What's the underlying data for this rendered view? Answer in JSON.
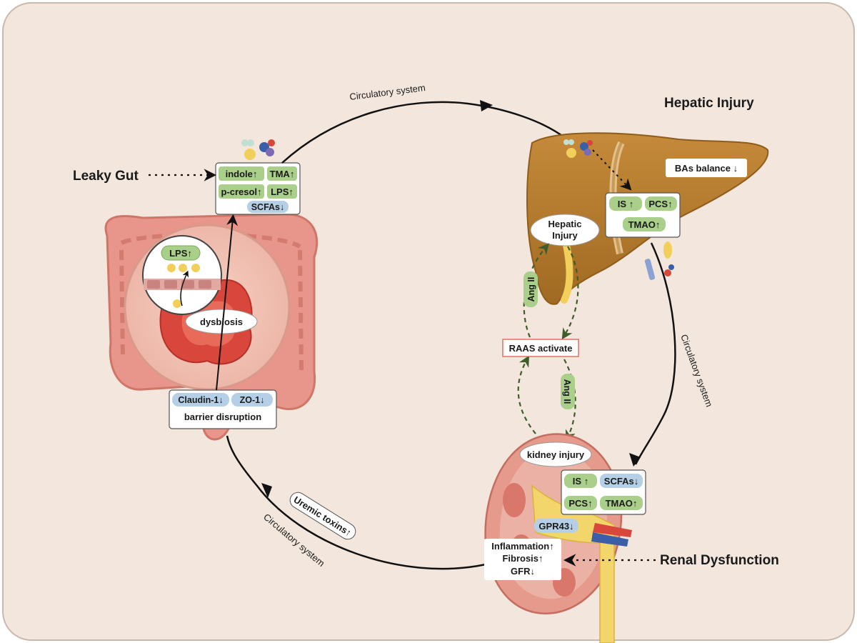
{
  "headings": {
    "leaky_gut": "Leaky Gut",
    "hepatic_injury": "Hepatic Injury",
    "renal_dysfunction": "Renal Dysfunction"
  },
  "circulatory": {
    "top": "Circulatory system",
    "right": "Circulatory system",
    "bottom_left": "Circulatory system"
  },
  "gut_box": {
    "indole": "indole↑",
    "tma": "TMA↑",
    "pcresol": "p-cresol↑",
    "lps": "LPS↑",
    "scfas": "SCFAs↓"
  },
  "gut": {
    "lps_inset": "LPS↑",
    "dysbiosis": "dysbiosis",
    "claudin": "Claudin-1↓",
    "zo1": "ZO-1↓",
    "barrier": "barrier disruption"
  },
  "liver": {
    "bas_balance": "BAs balance ↓",
    "is": "IS ↑",
    "pcs": "PCS↑",
    "tmao": "TMAO↑",
    "hepatic_injury_line1": "Hepatic",
    "hepatic_injury_line2": "Injury"
  },
  "raas": {
    "label": "RAAS activate",
    "ang_upper": "Ang II",
    "ang_lower": "Ang II"
  },
  "kidney": {
    "kidney_injury": "kidney injury",
    "is": "IS ↑",
    "scfas": "SCFAs↓",
    "pcs": "PCS↑",
    "tmao": "TMAO↑",
    "gpr43": "GPR43↓",
    "inflammation": "Inflammation↑",
    "fibrosis": "Fibrosis↑",
    "gfr": "GFR↓"
  },
  "uremic_toxins": "Uremic toxins↑",
  "colors": {
    "background": "#f3e6dc",
    "green_pill": "#a9cf8a",
    "blue_pill": "#b5d0e6",
    "liver": "#b07a2e",
    "colon": "#e8968b",
    "kidney": "#e59a8c",
    "raas_border": "#d9604f",
    "dashed_arrow": "#3f5d2a"
  }
}
